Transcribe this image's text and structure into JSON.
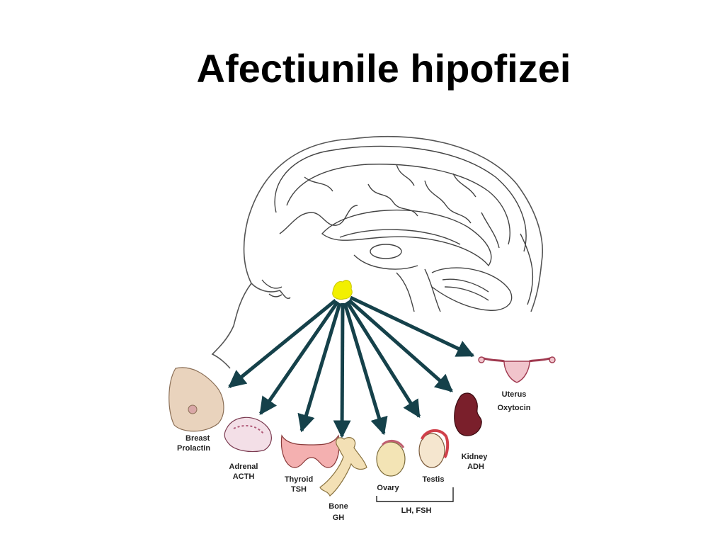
{
  "title": "Afectiunile hipofizei",
  "colors": {
    "pituitary": "#f2f000",
    "arrow": "#15414a",
    "outline": "#333333",
    "organ_pink": "#e79aa0",
    "kidney": "#7a1f2b",
    "bone": "#f3e0b5"
  },
  "targets": [
    {
      "organ": "Breast",
      "hormone": "Prolactin"
    },
    {
      "organ": "Adrenal",
      "hormone": "ACTH"
    },
    {
      "organ": "Thyroid",
      "hormone": "TSH"
    },
    {
      "organ": "Bone",
      "hormone": "GH"
    },
    {
      "organ": "Ovary",
      "hormone": ""
    },
    {
      "organ": "Testis",
      "hormone": ""
    },
    {
      "organ": "Kidney",
      "hormone": "ADH"
    },
    {
      "organ": "Uterus",
      "hormone": "Oxytocin"
    }
  ],
  "gonad_group_label": "LH, FSH"
}
